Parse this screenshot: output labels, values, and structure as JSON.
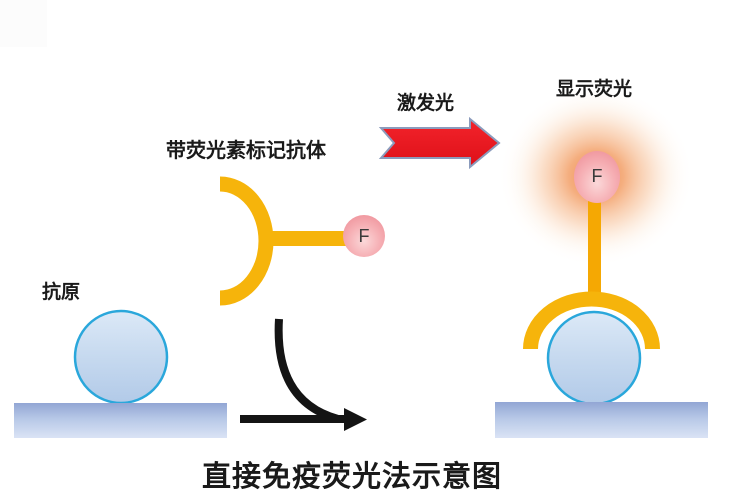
{
  "diagram": {
    "title": "直接免疫荧光法示意图",
    "labels": {
      "antibody": "带荧光素标记抗体",
      "excitation": "激发光",
      "fluorescence": "显示荧光",
      "antigen": "抗原",
      "fluorophore_left": "F",
      "fluorophore_right": "F"
    },
    "colors": {
      "antibody-yellow": "#F6B40B",
      "stem-orange": "#F5A803",
      "fluorophore-pink": "#F3A2A9",
      "excitation-red": "#EB1C24",
      "excitation-outline": "#8B9BBC",
      "sphere-fill": "#C6D9EF",
      "sphere-border": "#2AA7DB",
      "platform-blue": "#A9BBE0",
      "glow-orange": "#F29A5F",
      "reaction-arrow": "#141414",
      "text": "#1A1A1A"
    }
  }
}
